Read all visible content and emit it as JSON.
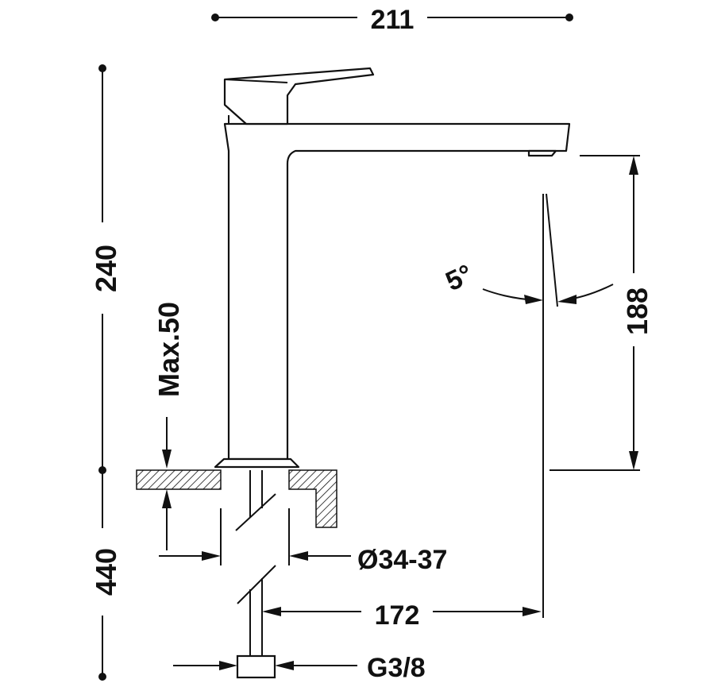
{
  "dimensions": {
    "overall_width": "211",
    "overall_height": "240",
    "spout_height": "188",
    "max_thickness": "Max.50",
    "hole_diameter": "Ø34-37",
    "spout_reach": "172",
    "hose_length": "440",
    "connection": "G3/8",
    "spout_angle": "5°"
  },
  "colors": {
    "line": "#111111",
    "background": "#ffffff"
  }
}
